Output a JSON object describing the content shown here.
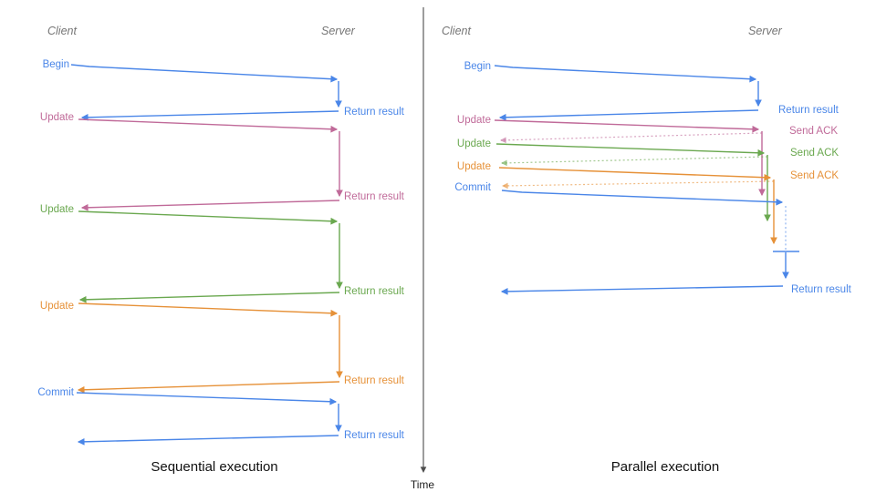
{
  "colors": {
    "blue": "#4a86e8",
    "pink": "#c06a99",
    "green": "#6aa84f",
    "orange": "#e69138",
    "header": "#757575",
    "caption": "#111111",
    "axis": "#4d4d4d",
    "time_text": "#1d1d1d"
  },
  "left": {
    "client_header": "Client",
    "server_header": "Server",
    "caption": "Sequential execution",
    "messages": [
      {
        "request": "Begin",
        "response": "Return result"
      },
      {
        "request": "Update",
        "response": "Return result"
      },
      {
        "request": "Update",
        "response": "Return result"
      },
      {
        "request": "Update",
        "response": "Return result"
      },
      {
        "request": "Commit",
        "response": "Return result"
      }
    ]
  },
  "right": {
    "client_header": "Client",
    "server_header": "Server",
    "caption": "Parallel execution",
    "messages": [
      {
        "request": "Begin",
        "response": "Return result"
      },
      {
        "request": "Update",
        "response": "Send ACK"
      },
      {
        "request": "Update",
        "response": "Send ACK"
      },
      {
        "request": "Update",
        "response": "Send ACK"
      },
      {
        "request": "Commit",
        "response": "Return result"
      }
    ]
  },
  "time_axis": {
    "label": "Time"
  }
}
